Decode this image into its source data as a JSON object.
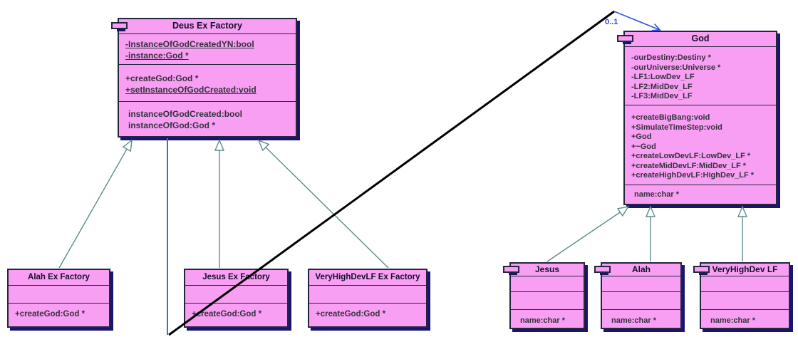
{
  "diagram": {
    "type": "uml-class-diagram",
    "association": {
      "label": "0..1"
    },
    "colors": {
      "class_fill": "#F89EF3",
      "class_border": "#25253f",
      "class_shadow": "#16166E",
      "generalization_line": "#5E8C8C",
      "association_line": "#4169E1",
      "crossing_line": "#000000",
      "multiplicity_text": "#2F49D1",
      "title_text": "#10102a",
      "member_text": "#33333c"
    }
  },
  "classes": {
    "deus_ex_factory": {
      "title": "Deus Ex Factory",
      "attributes": [
        "-InstanceOfGodCreatedYN:bool",
        "-instance:God *"
      ],
      "methods": [
        "+createGod:God *",
        "+setInstanceOfGodCreated:void"
      ],
      "extras": [
        "instanceOfGodCreated:bool",
        "instanceOfGod:God *"
      ]
    },
    "god": {
      "title": "God",
      "attributes": [
        "-ourDestiny:Destiny *",
        "-ourUniverse:Universe *",
        "-LF1:LowDev_LF",
        "-LF2:MidDev_LF",
        "-LF3:MidDev_LF"
      ],
      "methods": [
        "+createBigBang:void",
        "+SimulateTimeStep:void",
        "+God",
        "+~God",
        "+createLowDevLF:LowDev_LF *",
        "+createMidDevLF:MidDev_LF *",
        "+createHighDevLF:HighDev_LF *"
      ],
      "extras": [
        "name:char *"
      ]
    },
    "alah_ex_factory": {
      "title": "Alah Ex Factory",
      "methods": [
        "+createGod:God *"
      ]
    },
    "jesus_ex_factory": {
      "title": "Jesus Ex Factory",
      "methods": [
        "+createGod:God *"
      ]
    },
    "vhd_ex_factory": {
      "title": "VeryHighDevLF Ex Factory",
      "methods": [
        "+createGod:God *"
      ]
    },
    "jesus": {
      "title": "Jesus",
      "extras": [
        "name:char *"
      ]
    },
    "alah": {
      "title": "Alah",
      "extras": [
        "name:char *"
      ]
    },
    "vhd": {
      "title": "VeryHighDev LF",
      "extras": [
        "name:char *"
      ]
    }
  }
}
